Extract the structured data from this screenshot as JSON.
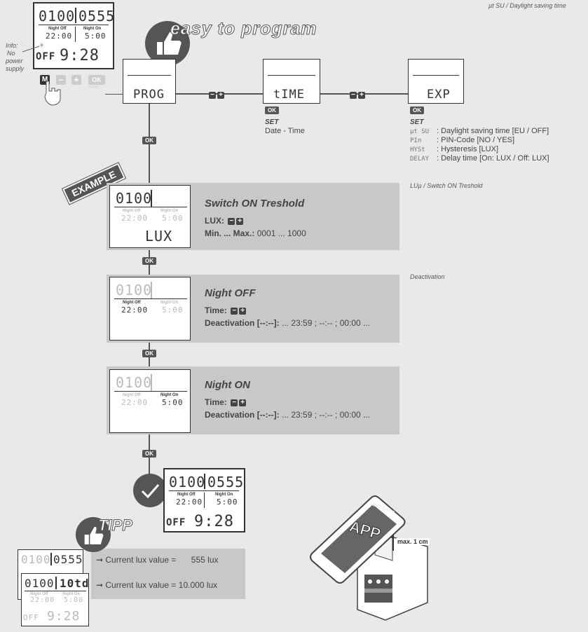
{
  "top_note": "µt SU / Daylight saving time",
  "info_note": {
    "line1": "Info:",
    "line2": "No",
    "line3": "power",
    "line4": "supply"
  },
  "banner_program": "easy to program",
  "banner_example": "EXAMPLE",
  "banner_tipp": "TIPP",
  "device_top": {
    "off_time": "0100",
    "on_time": "0555",
    "night_off_label": "Night Off",
    "night_on_label": "Night On",
    "night_off_value": "22:00",
    "night_on_value": "5:00",
    "status": "OFF",
    "clock": "9:28"
  },
  "keys": {
    "m": "M",
    "minus": "−",
    "plus": "+",
    "ok": "OK",
    "ok_sub": "RESET"
  },
  "menu": {
    "prog_display": "PROG",
    "time_display": "tIME",
    "exp_display": "EXP",
    "ok_label": "OK",
    "time_set": "SET",
    "time_set_desc": "Date - Time",
    "exp_set": "SET",
    "exp_items": [
      {
        "code": "µt SU",
        "text": ": Daylight saving time [EU / OFF]"
      },
      {
        "code": "PIn",
        "text": ": PIN-Code [NO / YES]"
      },
      {
        "code": "HYSt",
        "text": ": Hysteresis [LUX]"
      },
      {
        "code": "DELAY",
        "text": ": Delay time [On: LUX / Off: LUX]"
      }
    ]
  },
  "note_lux": "LUµ / Switch ON Treshold",
  "note_deactivation": "Deactivation",
  "steps": [
    {
      "lcd_top": "0100",
      "night_off_label": "Night Off",
      "night_on_label": "Night On",
      "night_off_value": "22:00",
      "night_on_value": "5:00",
      "lcd_bottom": "LUX",
      "title": "Switch ON Treshold",
      "line1_label": "LUX:",
      "line2_label": "Min. ... Max.:",
      "line2_value": "0001 ... 1000"
    },
    {
      "lcd_top": "0100",
      "night_off_label": "Night Off",
      "night_on_label": "Night On",
      "night_off_value": "22:00",
      "night_on_value": "5:00",
      "title": "Night OFF",
      "line1_label": "Time:",
      "line2_label": "Deactivation [--:--]:",
      "line2_value": "... 23:59 ; --:-- ; 00:00 ..."
    },
    {
      "lcd_top": "0100",
      "night_off_label": "Night Off",
      "night_on_label": "Night On",
      "night_off_value": "22:00",
      "night_on_value": "5:00",
      "title": "Night ON",
      "line1_label": "Time:",
      "line2_label": "Deactivation [--:--]:",
      "line2_value": "... 23:59 ; --:-- ; 00:00 ..."
    }
  ],
  "final_device": {
    "off_time": "0100",
    "on_time": "0555",
    "night_off_label": "Night Off",
    "night_on_label": "Night On",
    "night_off_value": "22:00",
    "night_on_value": "5:00",
    "status": "OFF",
    "clock": "9:28"
  },
  "tip": {
    "lcd1_top": "0100",
    "lcd1_right": "0555",
    "lcd2_top": "0100",
    "lcd2_right": "10td",
    "lcd_night_off_label": "Night Off",
    "lcd_night_on_label": "Night On",
    "lcd_night_off_value": "22:00",
    "lcd_night_on_value": "5:00",
    "lcd_status": "OFF",
    "lcd_clock": "9:28",
    "line1_label": "Current lux value =",
    "line1_value": "555 lux",
    "line2_label": "Current lux value = 10.000 lux"
  },
  "phone": {
    "app": "APP",
    "nfc": "NFC active",
    "max": "max. 1 cm"
  },
  "colors": {
    "panel": "#c8c8c8",
    "dark": "#555555",
    "background": "#e9e9e9"
  }
}
